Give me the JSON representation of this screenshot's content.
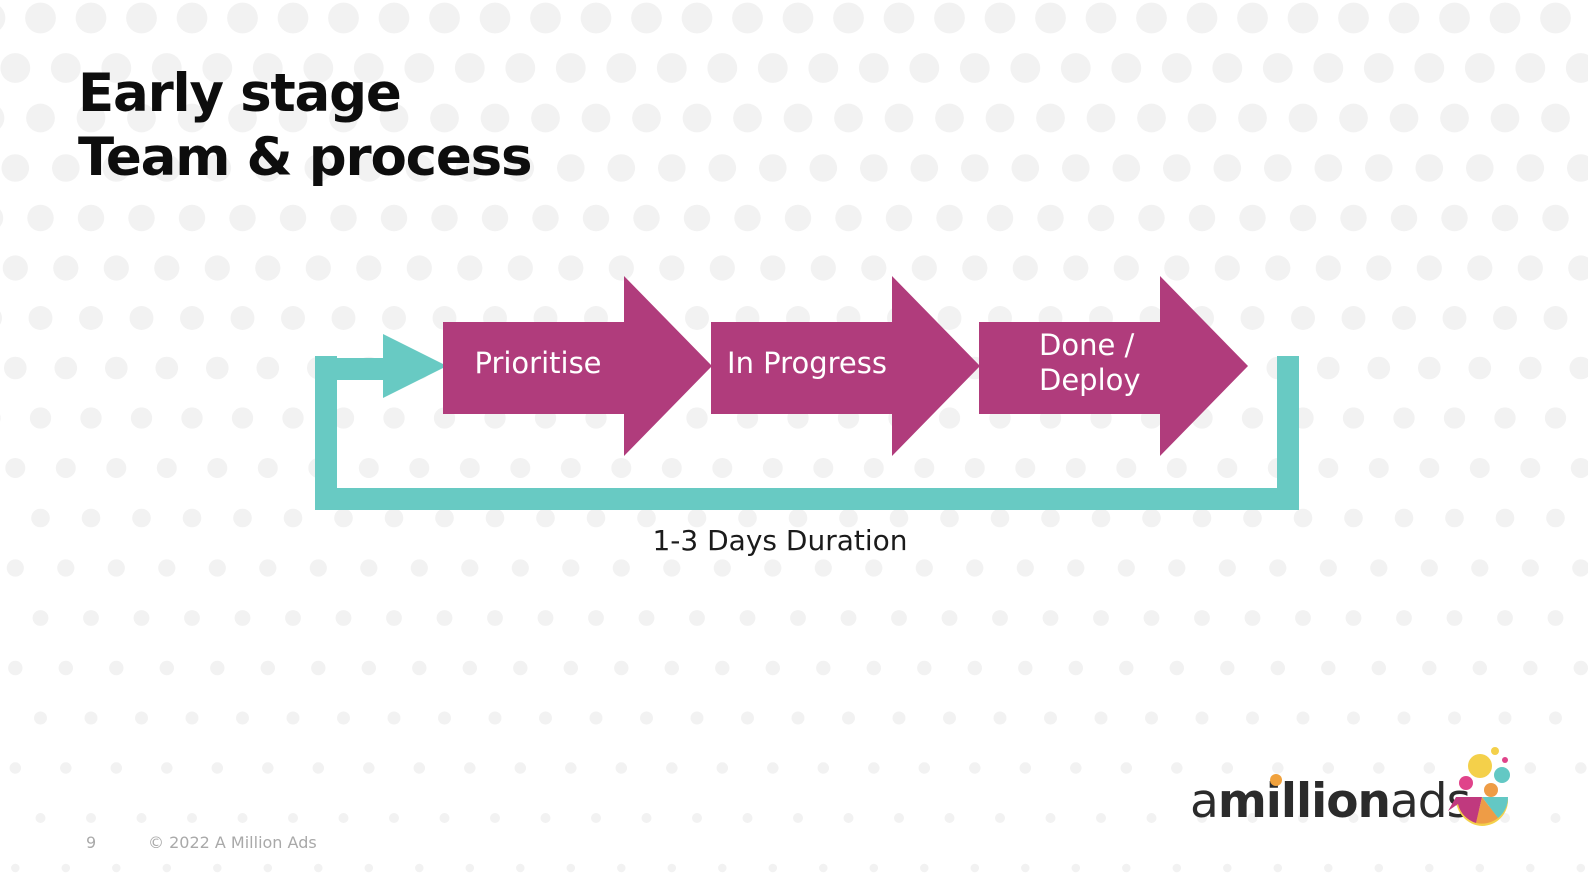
{
  "slide": {
    "page_number": "9",
    "copyright": "© 2022 A Million Ads",
    "background_dot_color": "#F2F2F2",
    "background_color": "#FFFFFF"
  },
  "title": {
    "line1": "Early stage",
    "line2": "Team & process",
    "color": "#0D0D0D"
  },
  "diagram": {
    "type": "process-flow",
    "accent_magenta": "#B03C7C",
    "accent_teal": "#68CAC3",
    "steps": [
      {
        "label": "Prioritise",
        "order": 1
      },
      {
        "label": "In Progress",
        "order": 2
      },
      {
        "label": "Done /\nDeploy",
        "order": 3
      }
    ],
    "feedback_loop": {
      "label": "1-3 Days Duration",
      "direction": "right",
      "color": "#68CAC3"
    }
  },
  "logo": {
    "word_a": "a",
    "word_million": "million",
    "word_ads": "ads",
    "colors": {
      "text": "#2B2B2B",
      "dot_orange": "#F0A13C",
      "yellow": "#F4D04A",
      "teal": "#63C8C4",
      "pink": "#E0438A",
      "magenta": "#C0397E",
      "orange": "#EE9C46"
    }
  }
}
